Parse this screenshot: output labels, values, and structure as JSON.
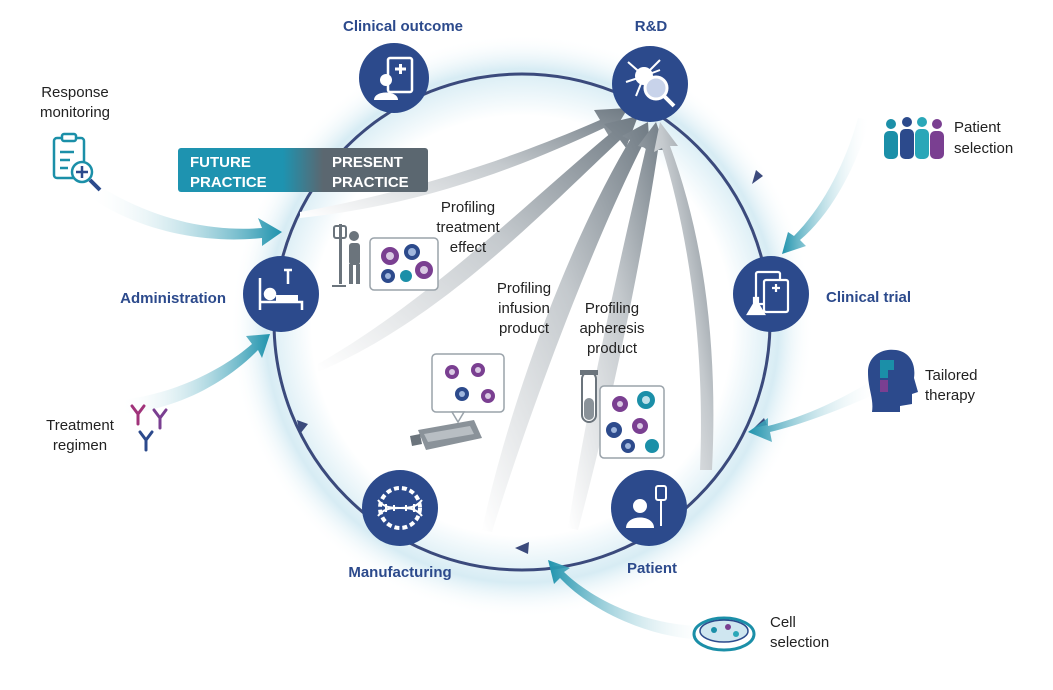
{
  "colors": {
    "navy": "#2c4a8c",
    "teal": "#1b8fa8",
    "ring": "#3b4a7c",
    "future_fill": "#1e93b0",
    "present_fill": "#5b6770",
    "gray_arrow": "#707a82",
    "purple": "#7a3f91"
  },
  "cycle_nodes": [
    {
      "id": "rnd",
      "label": "R&D",
      "icon": "dendritic-cell-magnifier-icon"
    },
    {
      "id": "clinical_trial",
      "label": "Clinical trial",
      "icon": "documents-flask-icon"
    },
    {
      "id": "patient",
      "label": "Patient",
      "icon": "patient-iv-drip-icon"
    },
    {
      "id": "manufacturing",
      "label": "Manufacturing",
      "icon": "dna-gear-icon"
    },
    {
      "id": "administration",
      "label": "Administration",
      "icon": "hospital-bed-icon"
    },
    {
      "id": "clinical_outcome",
      "label": "Clinical outcome",
      "icon": "medical-report-icon"
    }
  ],
  "inputs": [
    {
      "id": "response_monitoring",
      "lines": [
        "Response",
        "monitoring"
      ],
      "icon": "clipboard-magnifier-icon"
    },
    {
      "id": "patient_selection",
      "lines": [
        "Patient",
        "selection"
      ],
      "icon": "people-group-icon"
    },
    {
      "id": "tailored_therapy",
      "lines": [
        "Tailored",
        "therapy"
      ],
      "icon": "puzzle-head-icon"
    },
    {
      "id": "treatment_regimen",
      "lines": [
        "Treatment",
        "regimen"
      ],
      "icon": "antibody-icon"
    },
    {
      "id": "cell_selection",
      "lines": [
        "Cell",
        "selection"
      ],
      "icon": "petri-dish-icon"
    }
  ],
  "profiling": [
    {
      "id": "treatment_effect",
      "lines": [
        "Profiling",
        "treatment",
        "effect"
      ]
    },
    {
      "id": "infusion_product",
      "lines": [
        "Profiling",
        "infusion",
        "product"
      ]
    },
    {
      "id": "apheresis_product",
      "lines": [
        "Profiling",
        "apheresis",
        "product"
      ]
    }
  ],
  "practice": {
    "future": [
      "FUTURE",
      "PRACTICE"
    ],
    "present": [
      "PRESENT",
      "PRACTICE"
    ]
  }
}
